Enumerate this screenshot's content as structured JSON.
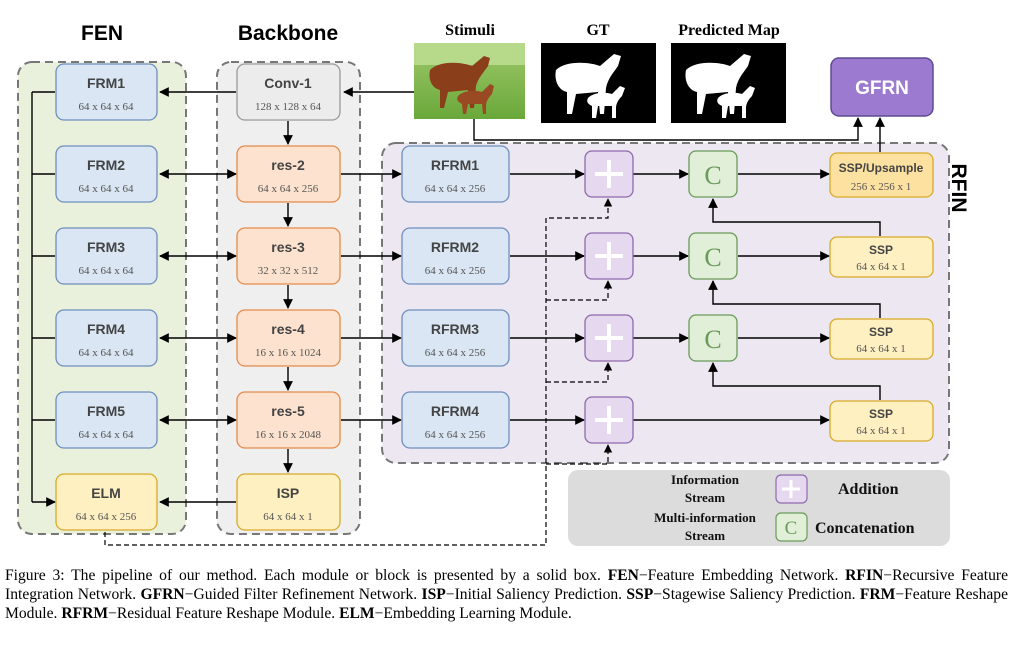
{
  "groups": {
    "fen": "FEN",
    "backbone": "Backbone",
    "rfin": "RFIN"
  },
  "images": {
    "stimuli": "Stimuli",
    "gt": "GT",
    "predicted": "Predicted Map"
  },
  "gfrn": "GFRN",
  "fen_boxes": [
    {
      "name": "FRM1",
      "dim": "64 x 64 x 64"
    },
    {
      "name": "FRM2",
      "dim": "64 x 64 x 64"
    },
    {
      "name": "FRM3",
      "dim": "64 x 64 x 64"
    },
    {
      "name": "FRM4",
      "dim": "64 x 64 x 64"
    },
    {
      "name": "FRM5",
      "dim": "64 x 64 x 64"
    },
    {
      "name": "ELM",
      "dim": "64 x 64 x 256"
    }
  ],
  "backbone_boxes": [
    {
      "name": "Conv-1",
      "dim": "128 x 128 x 64"
    },
    {
      "name": "res-2",
      "dim": "64 x 64 x 256"
    },
    {
      "name": "res-3",
      "dim": "32 x 32 x 512"
    },
    {
      "name": "res-4",
      "dim": "16 x 16 x 1024"
    },
    {
      "name": "res-5",
      "dim": "16 x 16 x 2048"
    },
    {
      "name": "ISP",
      "dim": "64 x 64 x 1"
    }
  ],
  "rfrm_boxes": [
    {
      "name": "RFRM1",
      "dim": "64 x 64 x 256"
    },
    {
      "name": "RFRM2",
      "dim": "64 x 64 x 256"
    },
    {
      "name": "RFRM3",
      "dim": "64 x 64 x 256"
    },
    {
      "name": "RFRM4",
      "dim": "64 x 64 x 256"
    }
  ],
  "ssp_boxes": [
    {
      "name": "SSP/Upsample",
      "dim": "256 x 256 x 1"
    },
    {
      "name": "SSP",
      "dim": "64 x 64 x 1"
    },
    {
      "name": "SSP",
      "dim": "64 x 64 x 1"
    },
    {
      "name": "SSP",
      "dim": "64 x 64 x 1"
    }
  ],
  "concat_letter": "C",
  "legend": {
    "info_stream_1": "Information",
    "info_stream_2": "Stream",
    "multi_stream_1": "Multi-information",
    "multi_stream_2": "Stream",
    "addition": "Addition",
    "concatenation": "Concatenation",
    "concat_letter": "C"
  },
  "caption": {
    "lead": "Figure 3: The pipeline of our method. Each module or block is presented by a solid box.",
    "items": [
      {
        "abbr": "FEN",
        "text": "−Feature Embedding Network."
      },
      {
        "abbr": "RFIN",
        "text": "−Recursive Feature Integration Network."
      },
      {
        "abbr": "GFRN",
        "text": "−Guided Filter Refinement Network."
      },
      {
        "abbr": "ISP",
        "text": "−Initial Saliency Prediction."
      },
      {
        "abbr": "SSP",
        "text": "−Stagewise Saliency Prediction."
      },
      {
        "abbr": "FRM",
        "text": "−Feature Reshape Module."
      },
      {
        "abbr": "RFRM",
        "text": "−Residual Feature Reshape Module."
      },
      {
        "abbr": "ELM",
        "text": "−Embedding Learning Module."
      }
    ]
  },
  "colors": {
    "fen_bg": "#e9f0dc",
    "backbone_bg": "#efefef",
    "rfin_bg": "#ece7f0",
    "frm_fill": "#dae6f3",
    "frm_stroke": "#6f8fbf",
    "res_fill": "#fde3cf",
    "res_stroke": "#e58b4a",
    "ssp_fill": "#fff0c2",
    "ssp_stroke": "#d8aa2a",
    "gfrn_fill": "#9b7ad0",
    "plus_fill": "#e6d8ef",
    "plus_stroke": "#8e6aae",
    "conc_fill": "#e2efd8",
    "conc_stroke": "#6a9a5a"
  }
}
